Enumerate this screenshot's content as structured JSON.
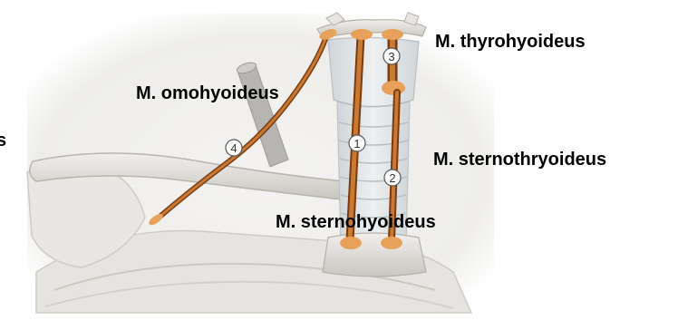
{
  "labels": {
    "omohyoideus": "M. omohyoideus",
    "thyrohyoideus": "M. thyrohyoideus",
    "sternothyroideus": "M. sternothryoideus",
    "sternohyoideus": "M. sternohyoideus",
    "cutoff_left": "s"
  },
  "markers": {
    "m1": "1",
    "m2": "2",
    "m3": "3",
    "m4": "4"
  },
  "colors": {
    "muscle": "#b5651d",
    "muscle_light": "#e8a15a",
    "muscle_dark": "#7a3a10",
    "bone": "#e4e2de",
    "bone_shadow": "#bdbab4",
    "cartilage": "#d8dde0",
    "background": "#f2f1ef"
  }
}
